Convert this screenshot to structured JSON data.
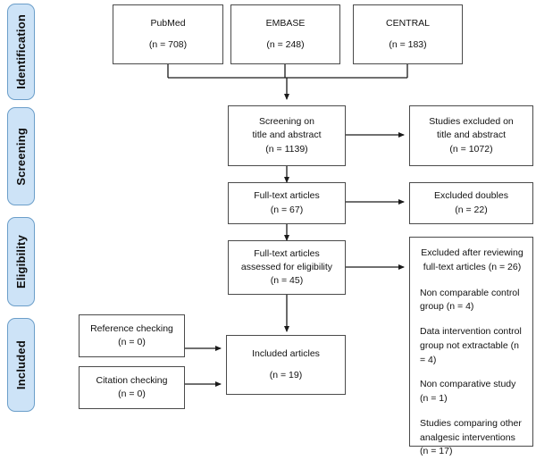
{
  "diagram": {
    "title": "PRISMA study selection flow diagram",
    "stages": [
      {
        "name": "identification",
        "label": "Identification"
      },
      {
        "name": "screening",
        "label": "Screening"
      },
      {
        "name": "eligibility",
        "label": "Eligibility"
      },
      {
        "name": "included",
        "label": "Included"
      }
    ],
    "sources": [
      {
        "name": "pubmed",
        "label": "PubMed",
        "count": "(n = 708)"
      },
      {
        "name": "embase",
        "label": "EMBASE",
        "count": "(n = 248)"
      },
      {
        "name": "central",
        "label": "CENTRAL",
        "count": "(n = 183)"
      }
    ],
    "screening_box": {
      "line1": "Screening on",
      "line2": "title and abstract",
      "count": "(n = 1139)"
    },
    "excluded_title_abstract": {
      "line1": "Studies excluded on",
      "line2": "title and abstract",
      "count": "(n = 1072)"
    },
    "fulltext_box": {
      "line1": "Full-text articles",
      "count": "(n = 67)"
    },
    "excluded_doubles": {
      "line1": "Excluded doubles",
      "count": "(n = 22)"
    },
    "eligibility_box": {
      "line1": "Full-text articles",
      "line2": "assessed for eligibility",
      "count": "(n = 45)"
    },
    "excluded_fulltext": {
      "head_line1": "Excluded after reviewing",
      "head_line2": "full-text articles",
      "head_count": "(n = 26)",
      "reasons": [
        {
          "name": "non-comparable-control-group",
          "line1": "Non comparable",
          "line2": "control group (n = 4)"
        },
        {
          "name": "data-not-extractable",
          "line1": "Data intervention",
          "line2": "control group not",
          "line3": "extractable (n = 4)"
        },
        {
          "name": "non-comparative-study",
          "line1": "Non comparative study",
          "line2": "(n = 1)"
        },
        {
          "name": "other-analgesic-interventions",
          "line1": "Studies comparing",
          "line2": "other analgesic",
          "line3": "interventions (n = 17)"
        }
      ]
    },
    "reference_checking": {
      "line1": "Reference checking",
      "count": "(n = 0)"
    },
    "citation_checking": {
      "line1": "Citation checking",
      "count": "(n = 0)"
    },
    "included_box": {
      "line1": "Included articles",
      "count": "(n = 19)"
    },
    "colors": {
      "tab_fill": "#cde3f7",
      "tab_border": "#6b9ec9",
      "box_border": "#4a4a4a",
      "connector": "#1a1a1a",
      "background": "#ffffff"
    }
  }
}
